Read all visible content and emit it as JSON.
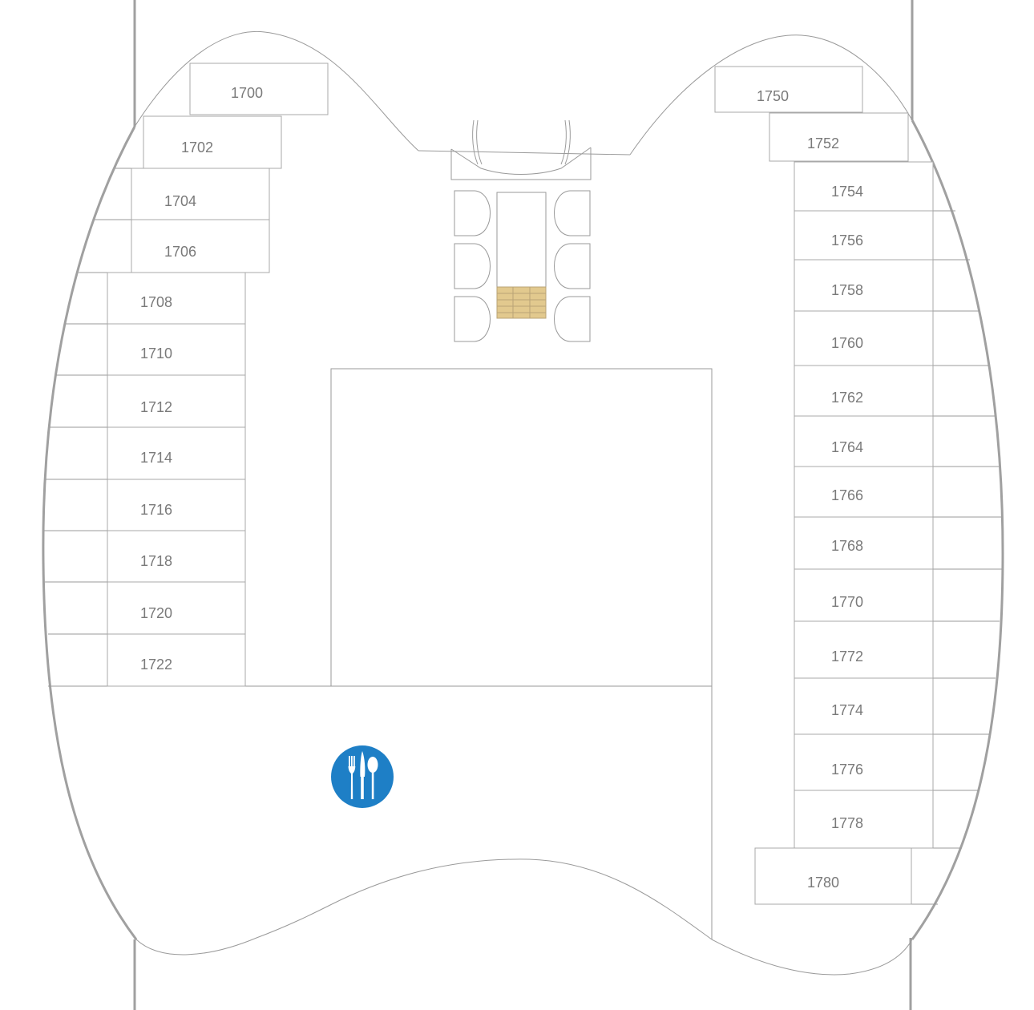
{
  "deck": {
    "port_cabins": [
      {
        "number": "1700"
      },
      {
        "number": "1702"
      },
      {
        "number": "1704"
      },
      {
        "number": "1706"
      },
      {
        "number": "1708"
      },
      {
        "number": "1710"
      },
      {
        "number": "1712"
      },
      {
        "number": "1714"
      },
      {
        "number": "1716"
      },
      {
        "number": "1718"
      },
      {
        "number": "1720"
      },
      {
        "number": "1722"
      }
    ],
    "starboard_cabins": [
      {
        "number": "1750"
      },
      {
        "number": "1752"
      },
      {
        "number": "1754"
      },
      {
        "number": "1756"
      },
      {
        "number": "1758"
      },
      {
        "number": "1760"
      },
      {
        "number": "1762"
      },
      {
        "number": "1764"
      },
      {
        "number": "1766"
      },
      {
        "number": "1768"
      },
      {
        "number": "1770"
      },
      {
        "number": "1772"
      },
      {
        "number": "1774"
      },
      {
        "number": "1776"
      },
      {
        "number": "1778"
      },
      {
        "number": "1780"
      }
    ],
    "dining_icon": {
      "name": "dining-icon",
      "color": "#1e7fc6"
    },
    "stair_color": "#e2c98e"
  }
}
